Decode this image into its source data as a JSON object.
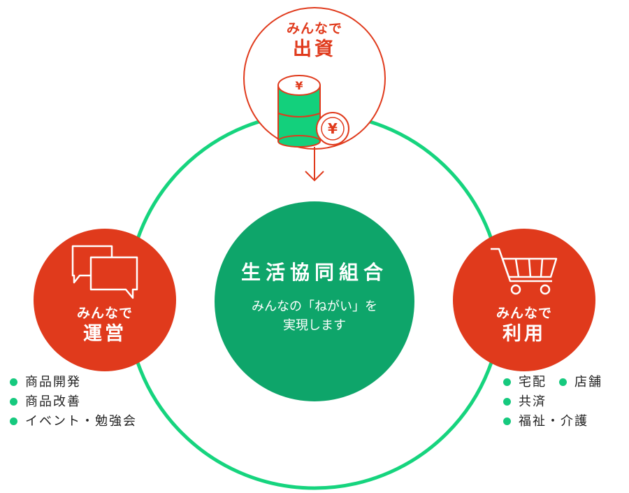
{
  "top": {
    "line1": "みんなで",
    "line2": "出資"
  },
  "left": {
    "line1": "みんなで",
    "line2": "運営"
  },
  "right": {
    "line1": "みんなで",
    "line2": "利用"
  },
  "center": {
    "title": "生活協同組合",
    "sub_line1": "みんなの「ねがい」を",
    "sub_line2": "実現します"
  },
  "left_items": [
    "商品開発",
    "商品改善",
    "イベント・勉強会"
  ],
  "right_items": [
    "宅配",
    "店舗",
    "共済",
    "福祉・介護"
  ],
  "icons": {
    "top": "yen-coins-icon",
    "left": "speech-bubbles-icon",
    "right": "shopping-cart-icon",
    "arrow": "arrow-down-icon"
  },
  "colors": {
    "ring": "#16d47e",
    "center": "#0ea56a",
    "accent": "#e03a1c",
    "coin": "#13d07c",
    "bullet": "#16c97e"
  }
}
